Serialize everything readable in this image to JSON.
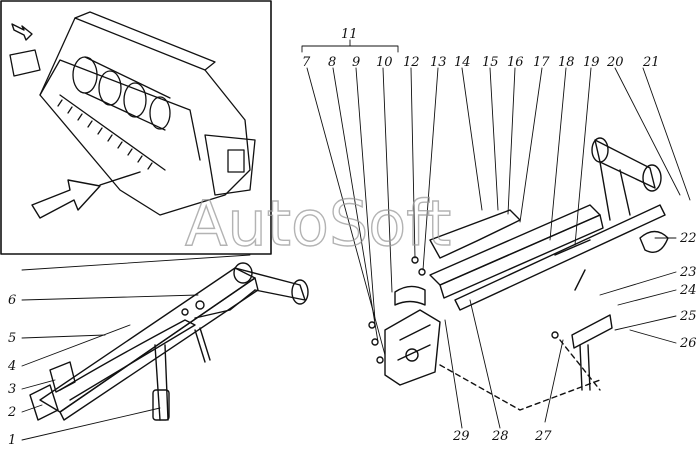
{
  "watermark": "AutoSoft",
  "callouts": {
    "c1": "1",
    "c2": "2",
    "c3": "3",
    "c4": "4",
    "c5": "5",
    "c6": "6",
    "c7": "7",
    "c8": "8",
    "c9": "9",
    "c10": "10",
    "c11": "11",
    "c12": "12",
    "c13": "13",
    "c14": "14",
    "c15": "15",
    "c16": "16",
    "c17": "17",
    "c18": "18",
    "c19": "19",
    "c20": "20",
    "c21": "21",
    "c22": "22",
    "c23": "23",
    "c24": "24",
    "c25": "25",
    "c26": "26",
    "c27": "27",
    "c28": "28",
    "c29": "29"
  }
}
